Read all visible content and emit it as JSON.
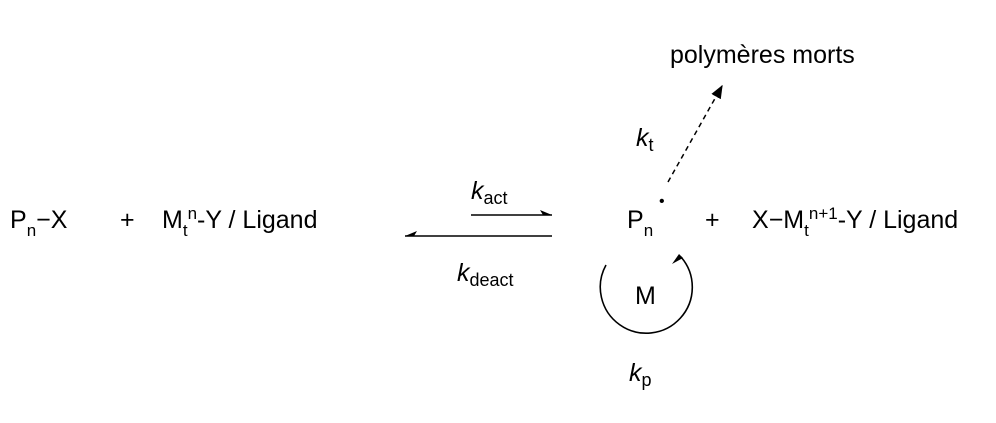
{
  "diagram": {
    "reactant1": {
      "P": "P",
      "P_sub": "n",
      "bond": "−",
      "X": "X"
    },
    "plus1": "+",
    "reactant2": {
      "M": "M",
      "M_sub": "t",
      "M_sup": "n",
      "rest": "-Y / Ligand"
    },
    "k_act": {
      "k": "k",
      "sub": "act"
    },
    "k_deact": {
      "k": "k",
      "sub": "deact"
    },
    "radical": {
      "P": "P",
      "P_sub": "n",
      "dot": "•"
    },
    "plus2": "+",
    "product2": {
      "X": "X",
      "bond": "−",
      "M": "M",
      "M_sub": "t",
      "M_sup": "n+1",
      "rest": "-Y / Ligand"
    },
    "k_t": {
      "k": "k",
      "sub": "t"
    },
    "dead_polymers": "polymères morts",
    "monomer": "M",
    "k_p": {
      "k": "k",
      "sub": "p"
    }
  }
}
